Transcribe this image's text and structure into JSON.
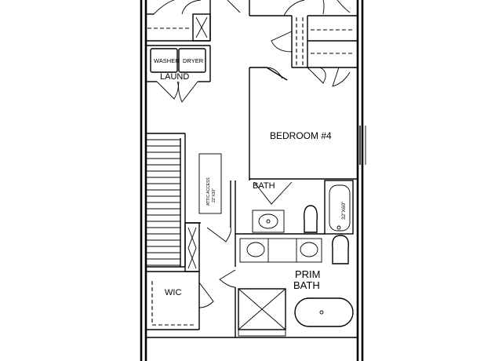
{
  "rooms": {
    "laundry": "LAUND",
    "washer": "WASHER",
    "dryer": "DRYER",
    "bedroom": "BEDROOM #4",
    "bath": "BATH",
    "tub_size": "32\"X60\"",
    "attic": "ATTIC ACCESS",
    "attic_size": "22\"X30\"",
    "wic": "WIC",
    "prim_bath_line1": "PRIM",
    "prim_bath_line2": "BATH"
  },
  "colors": {
    "line": "#000000",
    "background": "#ffffff"
  }
}
